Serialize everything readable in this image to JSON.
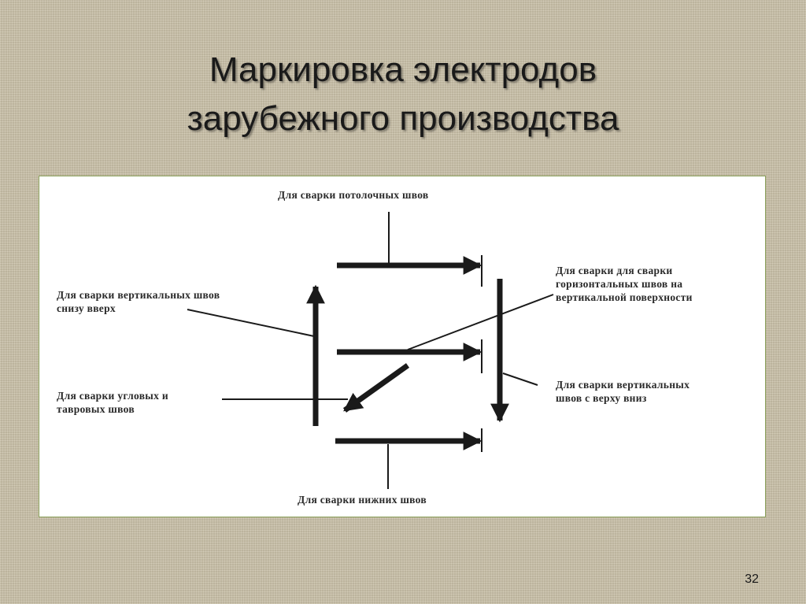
{
  "slide": {
    "title_lines": [
      "Маркировка электродов",
      "зарубежного производства"
    ],
    "page_number": "32"
  },
  "diagram": {
    "labels": {
      "overhead": [
        "Для сварки потолочных швов"
      ],
      "vertical_up": [
        "Для сварки вертикальных швов",
        "снизу вверх"
      ],
      "horizontal_on_vertical": [
        "Для сварки для сварки",
        "горизонтальных швов на",
        "вертикальной поверхности"
      ],
      "fillet_tee": [
        "Для сварки угловых и",
        "тавровых швов"
      ],
      "vertical_down": [
        "Для сварки вертикальных",
        "швов с верху вниз"
      ],
      "flat": [
        "Для сварки нижних швов"
      ]
    }
  }
}
